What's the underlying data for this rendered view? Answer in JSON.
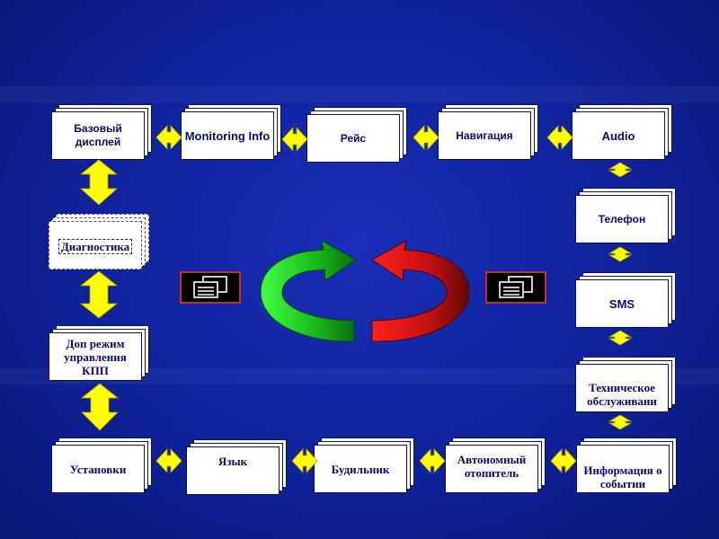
{
  "nodes": {
    "bazovyi": "Базовый дисплей",
    "monitoring": "Monitoring Info",
    "reis": "Рейс",
    "navigatsiya": "Навигация",
    "audio": "Audio",
    "telefon": "Телефон",
    "sms": "SMS",
    "tekhnicheskoe": "Техническое обслуживани",
    "informatsiya": "Информация о событии",
    "avtonomnyi": "Автономный отопитель",
    "budilnik": "Будильник",
    "yazyk": "Язык",
    "ustanovki": "Установки",
    "dop_rezhim": "Доп режим управления КПП",
    "diagnostika": "Диагностика"
  },
  "icons": {
    "left": "windows-icon",
    "right": "windows-icon"
  },
  "colors": {
    "background": "#1024a0",
    "arrow": "#ffff00",
    "cycle_green": "#1ecf2a",
    "cycle_red": "#d01010",
    "node_text": "#0a0a6e"
  }
}
